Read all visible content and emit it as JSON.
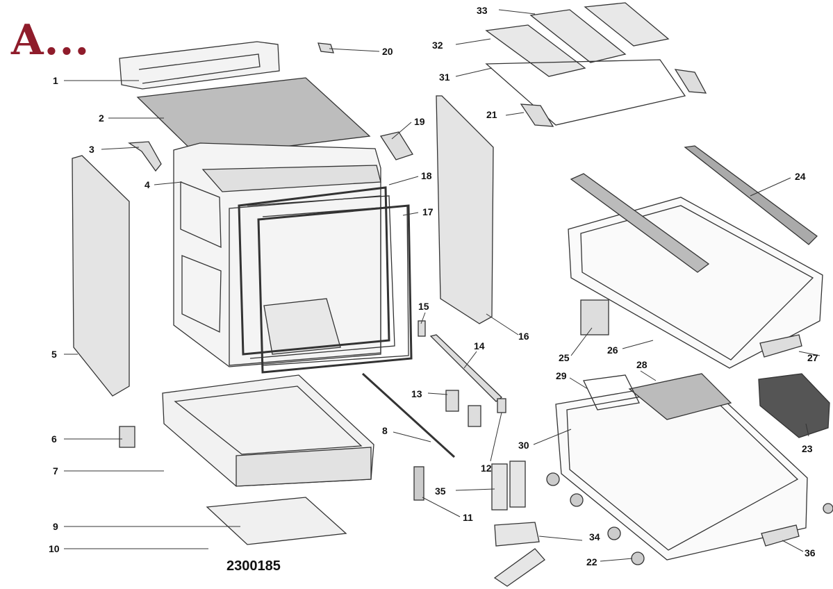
{
  "logo": "A...",
  "document_number": "2300185",
  "parts": [
    {
      "num": "1"
    },
    {
      "num": "2"
    },
    {
      "num": "3"
    },
    {
      "num": "4"
    },
    {
      "num": "5"
    },
    {
      "num": "6"
    },
    {
      "num": "7"
    },
    {
      "num": "8"
    },
    {
      "num": "9"
    },
    {
      "num": "10"
    },
    {
      "num": "11"
    },
    {
      "num": "12"
    },
    {
      "num": "13"
    },
    {
      "num": "14"
    },
    {
      "num": "15"
    },
    {
      "num": "16"
    },
    {
      "num": "17"
    },
    {
      "num": "18"
    },
    {
      "num": "19"
    },
    {
      "num": "20"
    },
    {
      "num": "21"
    },
    {
      "num": "22"
    },
    {
      "num": "23"
    },
    {
      "num": "24"
    },
    {
      "num": "25"
    },
    {
      "num": "26"
    },
    {
      "num": "27"
    },
    {
      "num": "28"
    },
    {
      "num": "29"
    },
    {
      "num": "30"
    },
    {
      "num": "31"
    },
    {
      "num": "32"
    },
    {
      "num": "33"
    },
    {
      "num": "34"
    },
    {
      "num": "35"
    },
    {
      "num": "36"
    }
  ],
  "colors": {
    "logo": "#8f1c2b",
    "line": "#333333",
    "panel_fill": "#e4e4e4",
    "top_fill": "#bdbdbd"
  }
}
